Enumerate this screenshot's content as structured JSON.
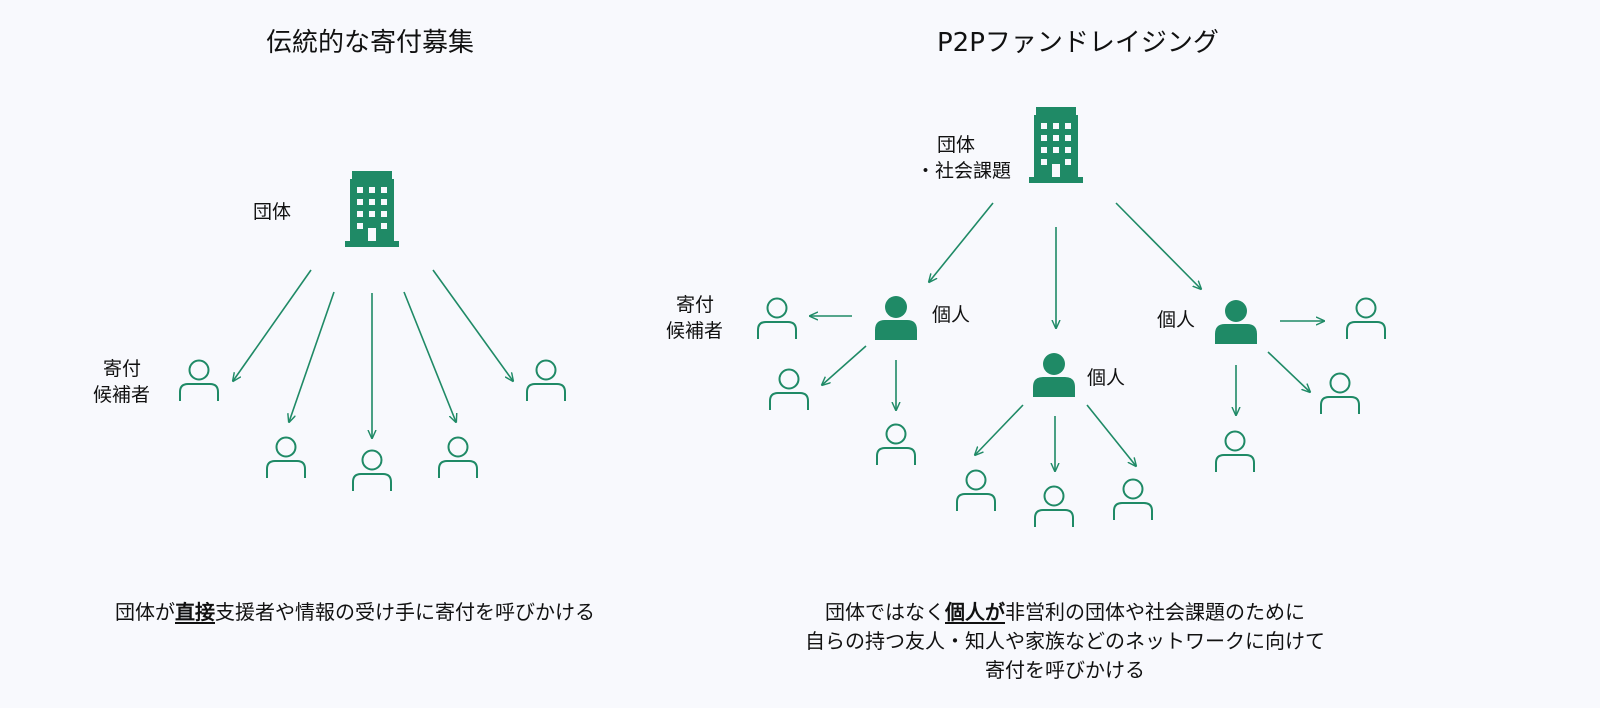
{
  "colors": {
    "accent": "#1f8a66",
    "background": "#f8f9fd",
    "text": "#111111"
  },
  "icons": {
    "organization": "building-icon",
    "individual": "person-filled-icon",
    "donor_candidate": "person-outline-icon"
  },
  "traditional": {
    "title": "伝統的な寄付募集",
    "org_label": "団体",
    "donor_label_line1": "寄付",
    "donor_label_line2": "候補者",
    "caption_pre": "団体が",
    "caption_emph": "直接",
    "caption_post": "支援者や情報の受け手に寄付を呼びかける"
  },
  "p2p": {
    "title": "P2Pファンドレイジング",
    "org_label_line1": "団体",
    "org_label_line2": "・社会課題",
    "individual_label": "個人",
    "donor_label_line1": "寄付",
    "donor_label_line2": "候補者",
    "caption_line1_pre": "団体ではなく",
    "caption_line1_emph": "個人が",
    "caption_line1_post": "非営利の団体や社会課題のために",
    "caption_line2": "自らの持つ友人・知人や家族などのネットワークに向けて",
    "caption_line3": "寄付を呼びかける"
  }
}
